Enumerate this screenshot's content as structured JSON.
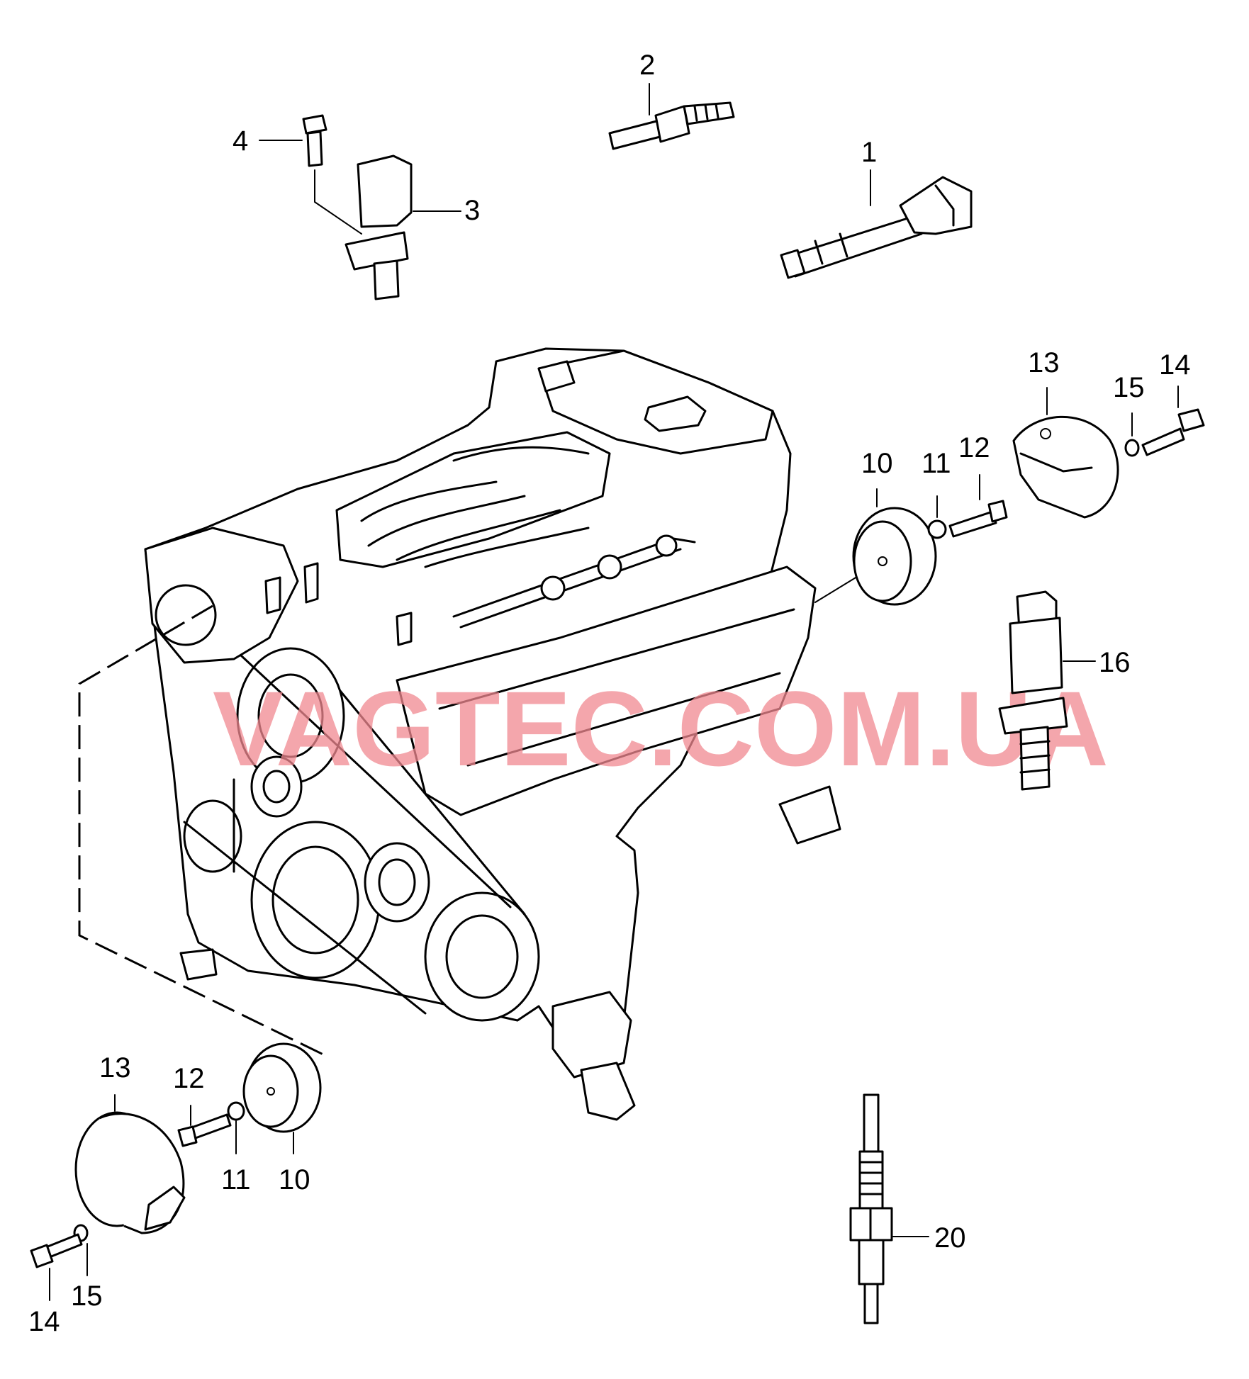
{
  "watermark": "VAGTEC.COM.UA",
  "colors": {
    "line": "#000000",
    "background": "#ffffff",
    "watermark": "#f08890"
  },
  "callouts": {
    "c1": "1",
    "c2": "2",
    "c3": "3",
    "c4": "4",
    "c10_right": "10",
    "c11_right": "11",
    "c12_right": "12",
    "c13_right": "13",
    "c14_right": "14",
    "c15_right": "15",
    "c16": "16",
    "c13_left": "13",
    "c12_left": "12",
    "c11_left": "11",
    "c10_left": "10",
    "c14_left": "14",
    "c15_left": "15",
    "c20": "20"
  }
}
